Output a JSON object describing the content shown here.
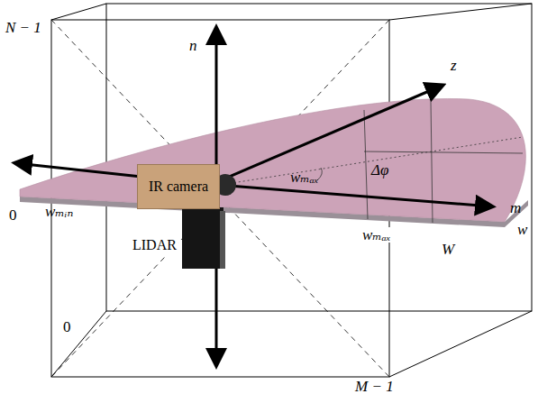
{
  "diagram": {
    "nodes": [
      {
        "text": [
          "IR camera"
        ]
      },
      {
        "text": [
          "LIDAR"
        ]
      }
    ],
    "labels": [
      "N − 1",
      "n",
      "z",
      "0",
      "wₘᵢₙ",
      "wₘₐₓ",
      "Δφ",
      "m",
      "w",
      "wₘₐₓ",
      "W",
      "0",
      "M − 1"
    ]
  }
}
